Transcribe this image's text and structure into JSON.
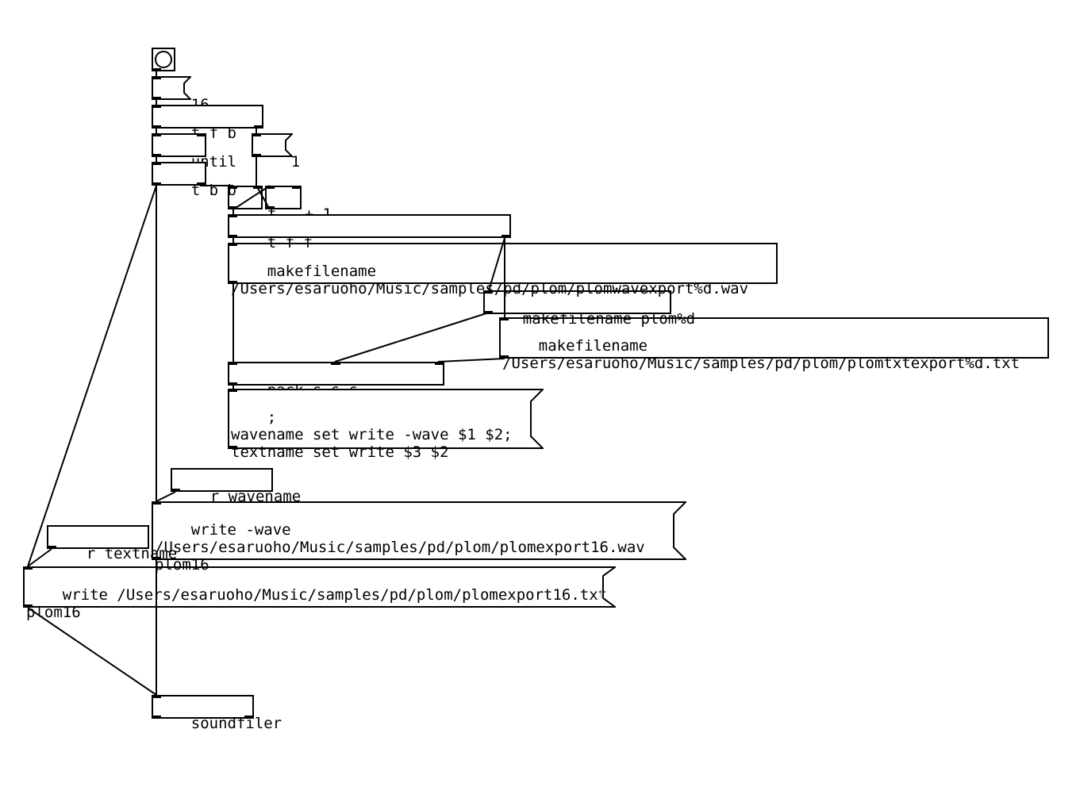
{
  "patch": {
    "bang": {
      "label": ""
    },
    "msg_16": "16",
    "obj_tfb": "t f b",
    "obj_until": "until",
    "msg_1": "1",
    "obj_tbb": "t b b",
    "obj_f": "f",
    "obj_plus1": "+ 1",
    "obj_tff": "t f f",
    "obj_mk_wav": "makefilename\n/Users/esaruoho/Music/samples/pd/plom/plomwavexport%d.wav",
    "obj_mk_plom": "makefilename plom%d",
    "obj_mk_txt": "makefilename\n/Users/esaruoho/Music/samples/pd/plom/plomtxtexport%d.txt",
    "obj_pack": "pack s s s",
    "msg_set": ";\nwavename set write -wave $1 $2;\ntextname set write $3 $2",
    "obj_r_wavename": "r wavename",
    "msg_write_wave": "write -wave\n/Users/esaruoho/Music/samples/pd/plom/plomexport16.wav\nplom16",
    "obj_r_textname": "r textname",
    "msg_write_txt": "write /Users/esaruoho/Music/samples/pd/plom/plomexport16.txt\nplom16",
    "obj_soundfiler": "soundfiler"
  },
  "colors": {
    "ink": "#000000",
    "background": "#ffffff"
  }
}
